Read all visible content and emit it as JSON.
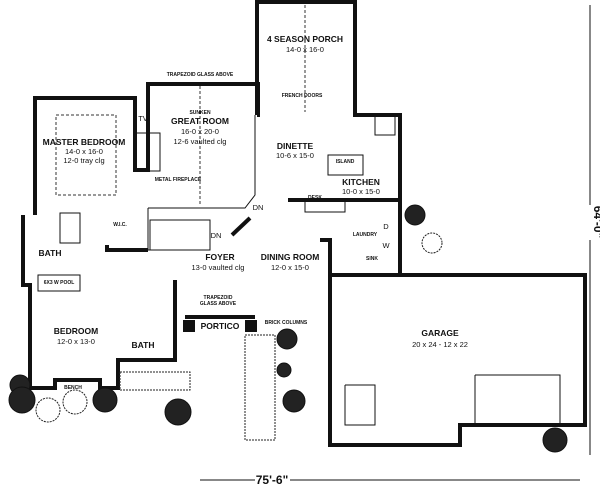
{
  "rooms": {
    "porch": {
      "name": "4 SEASON  PORCH",
      "size": "14-0 x 16-0"
    },
    "great_room": {
      "prefix": "SUNKEN",
      "name": "GREAT ROOM",
      "size": "16-0 x 20-0",
      "ceiling": "12-6 vaulted clg"
    },
    "master": {
      "name": "MASTER BEDROOM",
      "size": "14-0 x 16-0",
      "ceiling": "12-0 tray clg"
    },
    "dinette": {
      "name": "DINETTE",
      "size": "10-6 x 15-0"
    },
    "kitchen": {
      "name": "KITCHEN",
      "size": "10-0 x 15-0"
    },
    "foyer": {
      "name": "FOYER",
      "ceiling": "13-0 vaulted clg"
    },
    "dining": {
      "name": "DINING ROOM",
      "size": "12-0 x 15-0"
    },
    "garage": {
      "name": "GARAGE",
      "size": "20 x 24 - 12 x 22"
    },
    "bedroom": {
      "name": "BEDROOM",
      "size": "12-0 x 13-0"
    },
    "bath1": {
      "name": "BATH"
    },
    "bath2": {
      "name": "BATH"
    },
    "portico": {
      "name": "PORTICO"
    }
  },
  "notes": {
    "trapezoid_top": "TRAPEZOID GLASS ABOVE",
    "french_doors": "FRENCH DOORS",
    "tv": "TV",
    "fireplace": "METAL FIREPLACE",
    "island": "ISLAND",
    "desk": "DESK",
    "dn1": "DN",
    "dn2": "DN",
    "wic": "W.I.C.",
    "laundry": "LAUNDRY",
    "dryer": "D",
    "washer": "W",
    "sink": "SINK",
    "pool": "6X3 W POOL",
    "trapezoid_foyer_1": "TRAPEZOID",
    "trapezoid_foyer_2": "GLASS  ABOVE",
    "brick_columns": "BRICK COLUMNS",
    "bench": "BENCH"
  },
  "dimensions": {
    "depth": "64'-0\"",
    "width": "75'-6\""
  }
}
